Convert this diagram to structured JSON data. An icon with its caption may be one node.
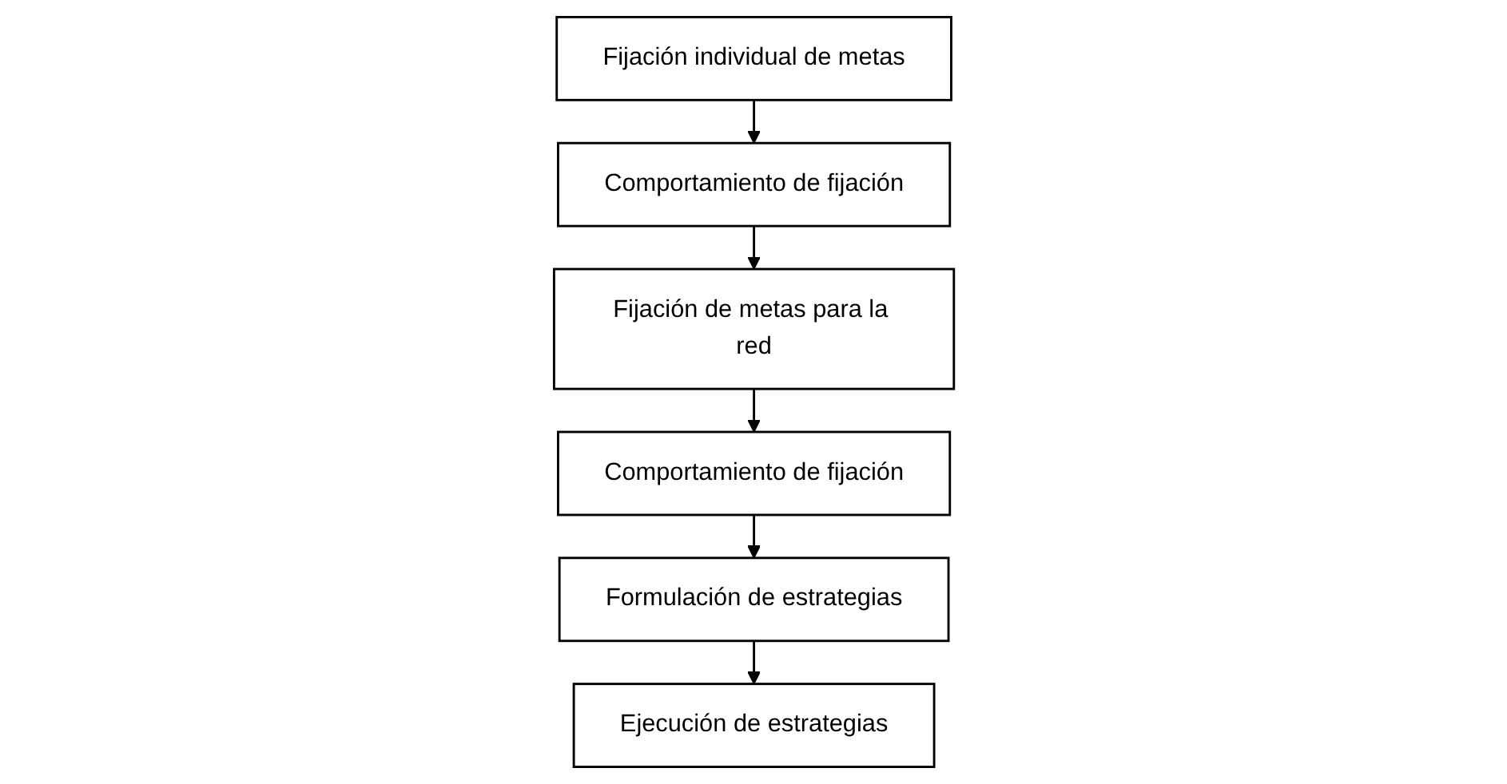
{
  "diagram": {
    "nodes": [
      {
        "text": [
          "Fijación individual de metas"
        ]
      },
      {
        "text": [
          "Comportamiento de fijación"
        ]
      },
      {
        "text": [
          "Fijación de metas para la red"
        ]
      },
      {
        "text": [
          "Comportamiento de fijación"
        ]
      },
      {
        "text": [
          "Formulación de estrategias"
        ]
      },
      {
        "text": [
          "Ejecución de estrategias"
        ]
      }
    ],
    "edges": [
      {
        "from": 0,
        "to": 1,
        "arrow": "to"
      },
      {
        "from": 1,
        "to": 2,
        "arrow": "to"
      },
      {
        "from": 2,
        "to": 3,
        "arrow": "to"
      },
      {
        "from": 3,
        "to": 4,
        "arrow": "to"
      },
      {
        "from": 4,
        "to": 5,
        "arrow": "to"
      }
    ]
  }
}
